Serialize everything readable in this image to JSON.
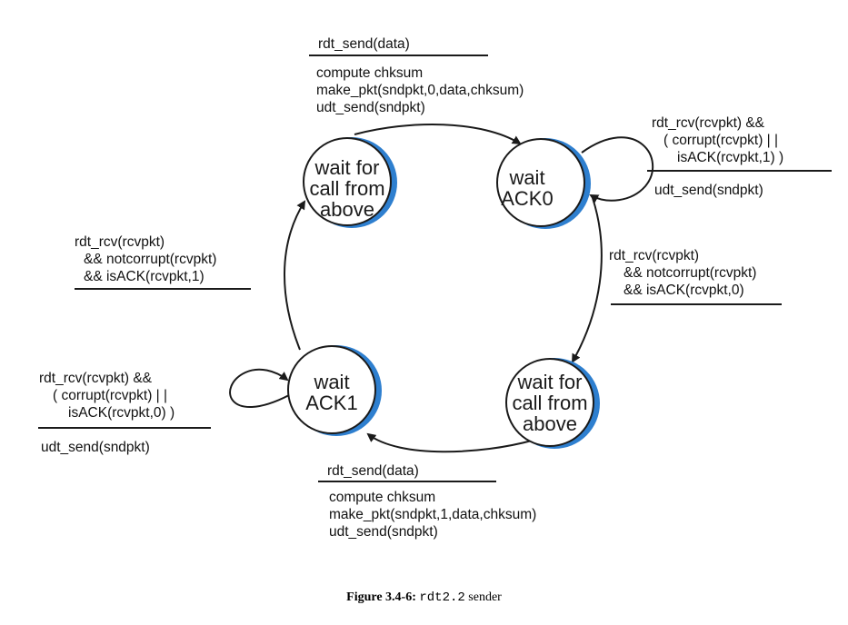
{
  "states": [
    {
      "id": "wait-call-0",
      "lines": [
        "wait for",
        "call from",
        "above"
      ]
    },
    {
      "id": "wait-ack0",
      "lines": [
        "wait",
        "ACK0"
      ]
    },
    {
      "id": "wait-ack1",
      "lines": [
        "wait",
        "ACK1"
      ]
    },
    {
      "id": "wait-call-1",
      "lines": [
        "wait for",
        "call from",
        "above"
      ]
    }
  ],
  "transitions": {
    "send0": {
      "event": "rdt_send(data)",
      "actions": [
        "compute chksum",
        "make_pkt(sndpkt,0,data,chksum)",
        "udt_send(sndpkt)"
      ]
    },
    "self_ack0": {
      "event": [
        "rdt_rcv(rcvpkt) &&",
        "( corrupt(rcvpkt) | |",
        "isACK(rcvpkt,1)  )"
      ],
      "action": "udt_send(sndpkt)"
    },
    "ack0_ok": {
      "event": [
        "rdt_rcv(rcvpkt)",
        "&& notcorrupt(rcvpkt)",
        "&& isACK(rcvpkt,0)"
      ]
    },
    "send1": {
      "event": "rdt_send(data)",
      "actions": [
        "compute chksum",
        "make_pkt(sndpkt,1,data,chksum)",
        "udt_send(sndpkt)"
      ]
    },
    "self_ack1": {
      "event": [
        "rdt_rcv(rcvpkt) &&",
        "( corrupt(rcvpkt) | |",
        "isACK(rcvpkt,0)  )"
      ],
      "action": "udt_send(sndpkt)"
    },
    "ack1_ok": {
      "event": [
        "rdt_rcv(rcvpkt)",
        "&& notcorrupt(rcvpkt)",
        "&& isACK(rcvpkt,1)"
      ]
    }
  },
  "caption": {
    "prefix": "Figure 3.4-6:",
    "code": "rdt2.2",
    "suffix": "sender"
  },
  "colors": {
    "state_shadow": "#2e7fcf",
    "line": "#1a1a1a"
  }
}
